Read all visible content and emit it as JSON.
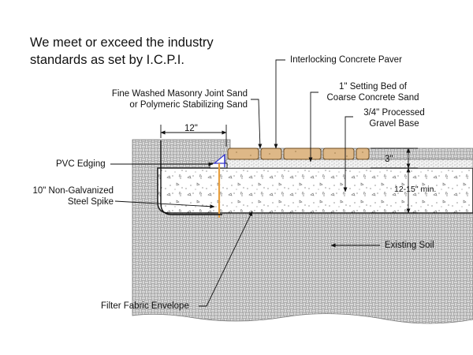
{
  "headline": {
    "line1": "We meet or exceed the industry",
    "line2": "standards as set by I.C.P.I."
  },
  "labels": {
    "paver": "Interlocking Concrete Paver",
    "joint_sand_line1": "Fine Washed Masonry Joint Sand",
    "joint_sand_line2": "or Polymeric Stabilizing Sand",
    "setting_bed_line1": "1\" Setting Bed of",
    "setting_bed_line2": "Coarse Concrete Sand",
    "gravel_line1": "3/4\" Processed",
    "gravel_line2": "Gravel Base",
    "pvc_edging": "PVC Edging",
    "spike_line1": "10\" Non-Galvanized",
    "spike_line2": "Steel Spike",
    "existing_soil": "Existing Soil",
    "filter_fabric": "Filter Fabric Envelope"
  },
  "dimensions": {
    "edge_width": "12\"",
    "paver_depth": "3\"",
    "base_depth": "12-15\" min."
  },
  "colors": {
    "paver_fill": "#deb887",
    "spike": "#e8a040",
    "edging_accent": "#3333cc",
    "soil_hatch": "#9a9a9a"
  }
}
